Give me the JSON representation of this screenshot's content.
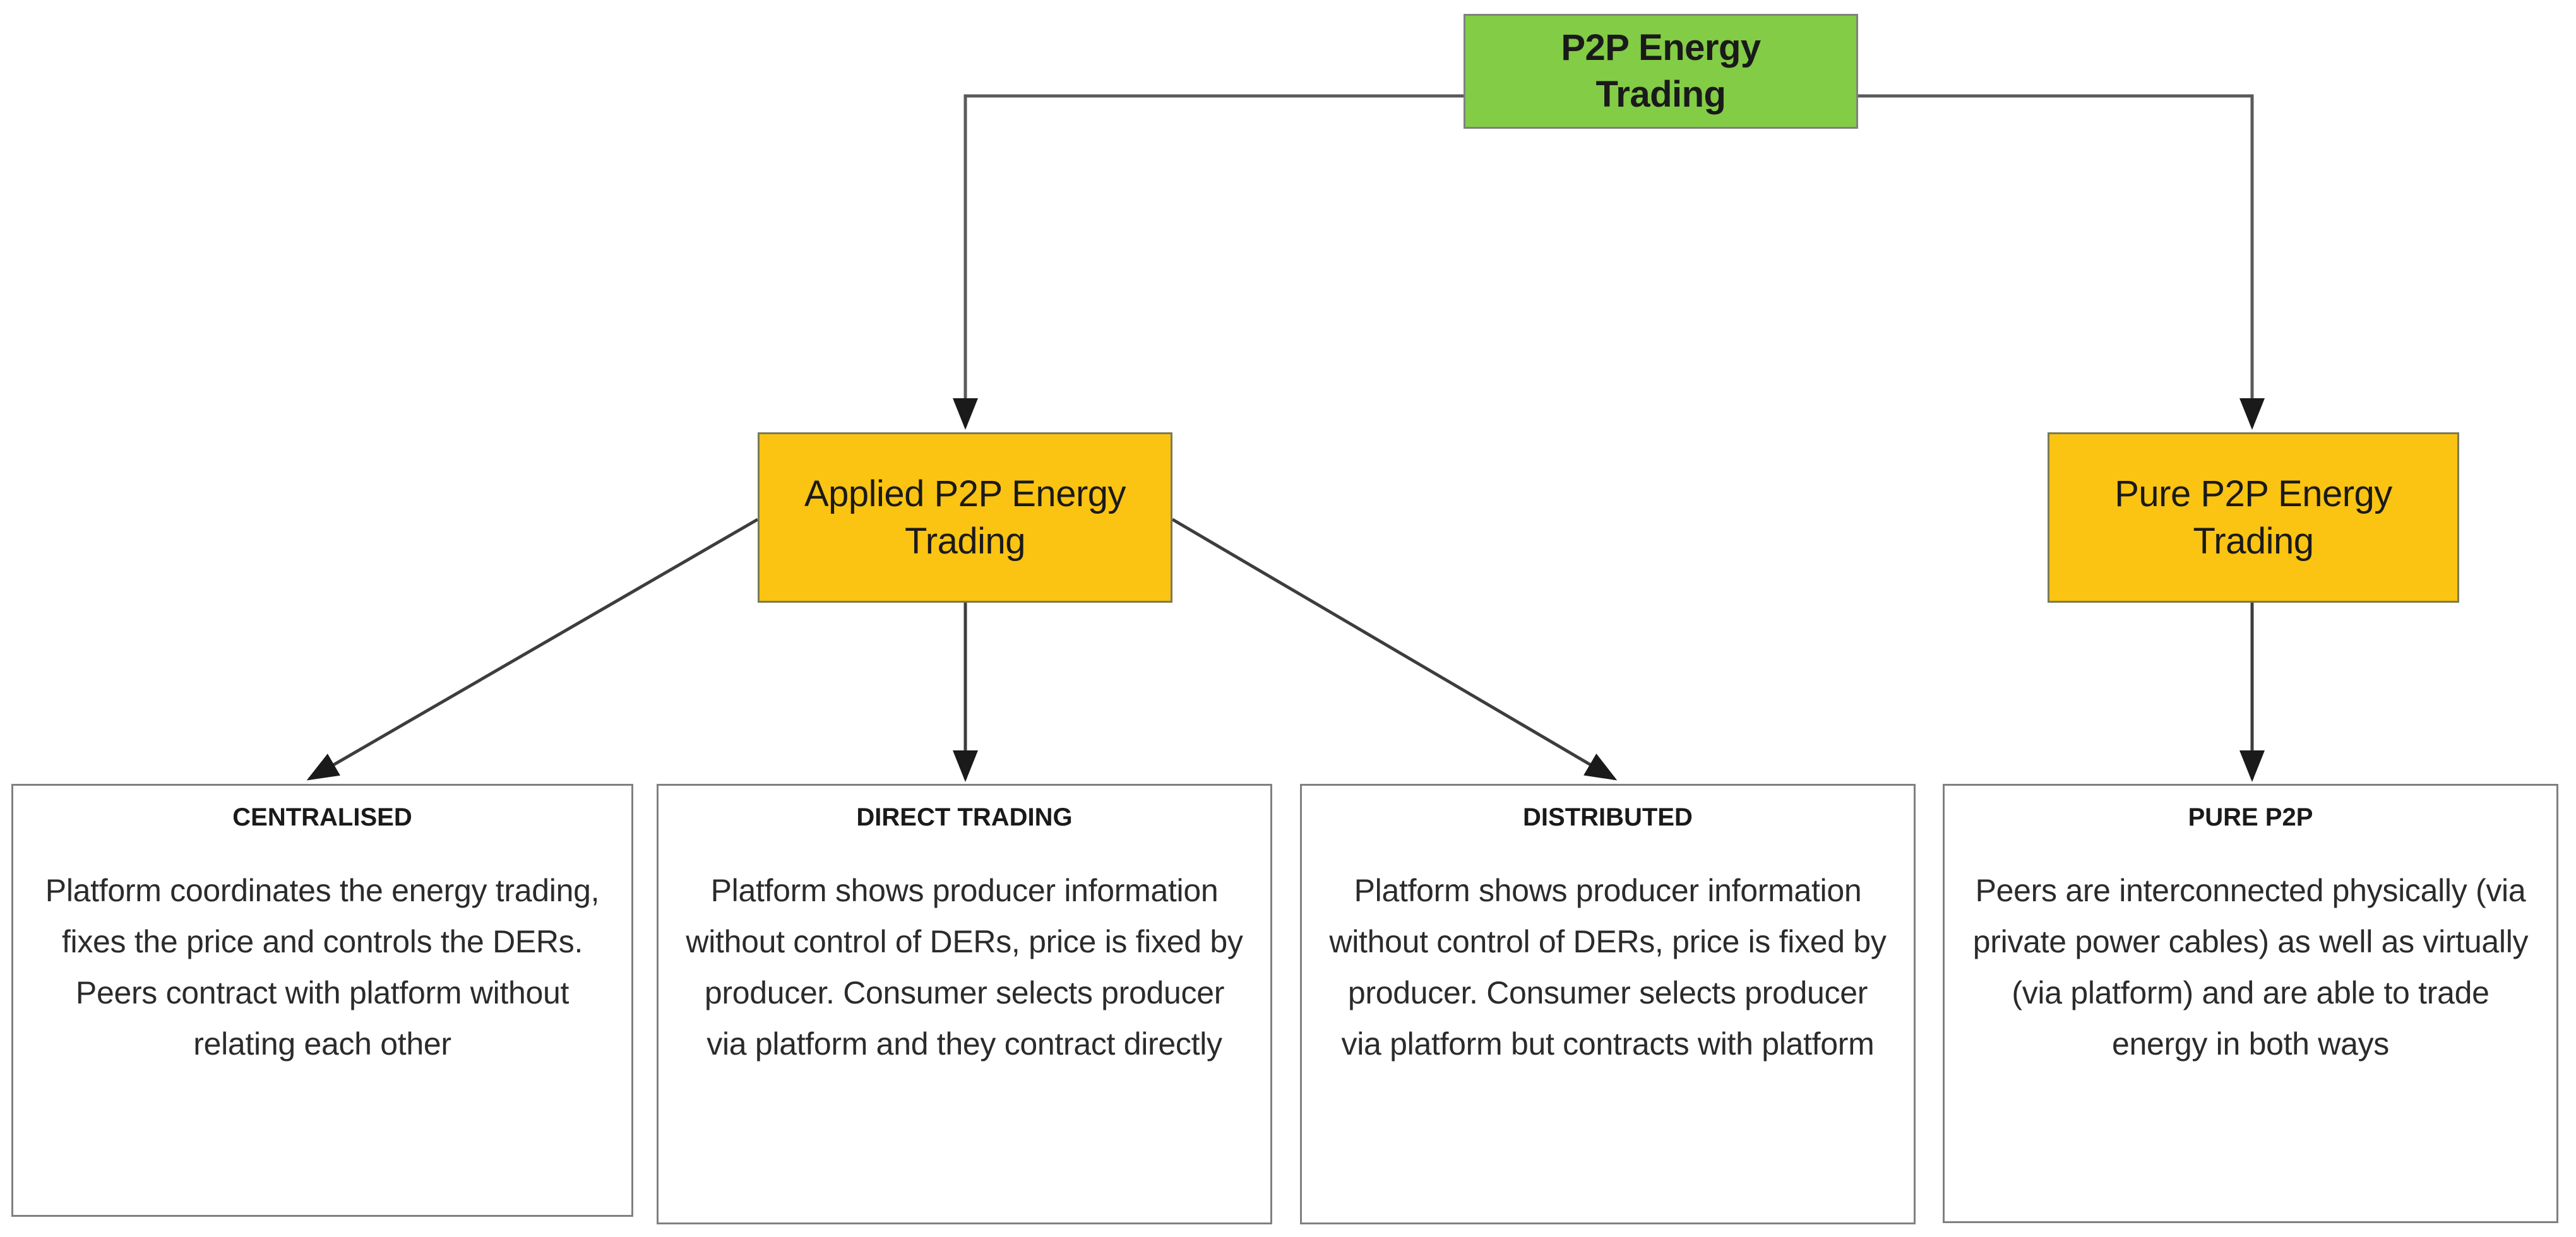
{
  "diagram": {
    "type": "tree-hierarchy",
    "root": {
      "id": "p2p-energy-trading",
      "label_line1": "P2P Energy",
      "label_line2": "Trading",
      "fill": "#83CC46",
      "border": "#808080"
    },
    "categories": [
      {
        "id": "applied-p2p-energy-trading",
        "label_line1": "Applied P2P Energy",
        "label_line2": "Trading",
        "fill": "#FBC312",
        "border": "#7a7a57"
      },
      {
        "id": "pure-p2p-energy-trading",
        "label_line1": "Pure P2P Energy",
        "label_line2": "Trading",
        "fill": "#FBC312",
        "border": "#7a7a57"
      }
    ],
    "leaves": [
      {
        "id": "centralised",
        "title": "CENTRALISED",
        "body": "Platform coordinates the energy trading, fixes the price and controls the DERs. Peers contract with platform without relating each other",
        "parent": "applied-p2p-energy-trading"
      },
      {
        "id": "direct-trading",
        "title": "DIRECT TRADING",
        "body": "Platform shows producer information without control of DERs, price is fixed by producer. Consumer selects producer via platform and they contract directly",
        "parent": "applied-p2p-energy-trading"
      },
      {
        "id": "distributed",
        "title": "DISTRIBUTED",
        "body": "Platform shows producer information without control of DERs, price is fixed by producer. Consumer selects producer via platform but contracts with platform",
        "parent": "applied-p2p-energy-trading"
      },
      {
        "id": "pure-p2p",
        "title": "PURE P2P",
        "body": "Peers are interconnected physically (via private power cables) as well as virtually (via platform) and are able to trade energy in both ways",
        "parent": "pure-p2p-energy-trading"
      }
    ],
    "edge_color": "#4d4d4d"
  }
}
